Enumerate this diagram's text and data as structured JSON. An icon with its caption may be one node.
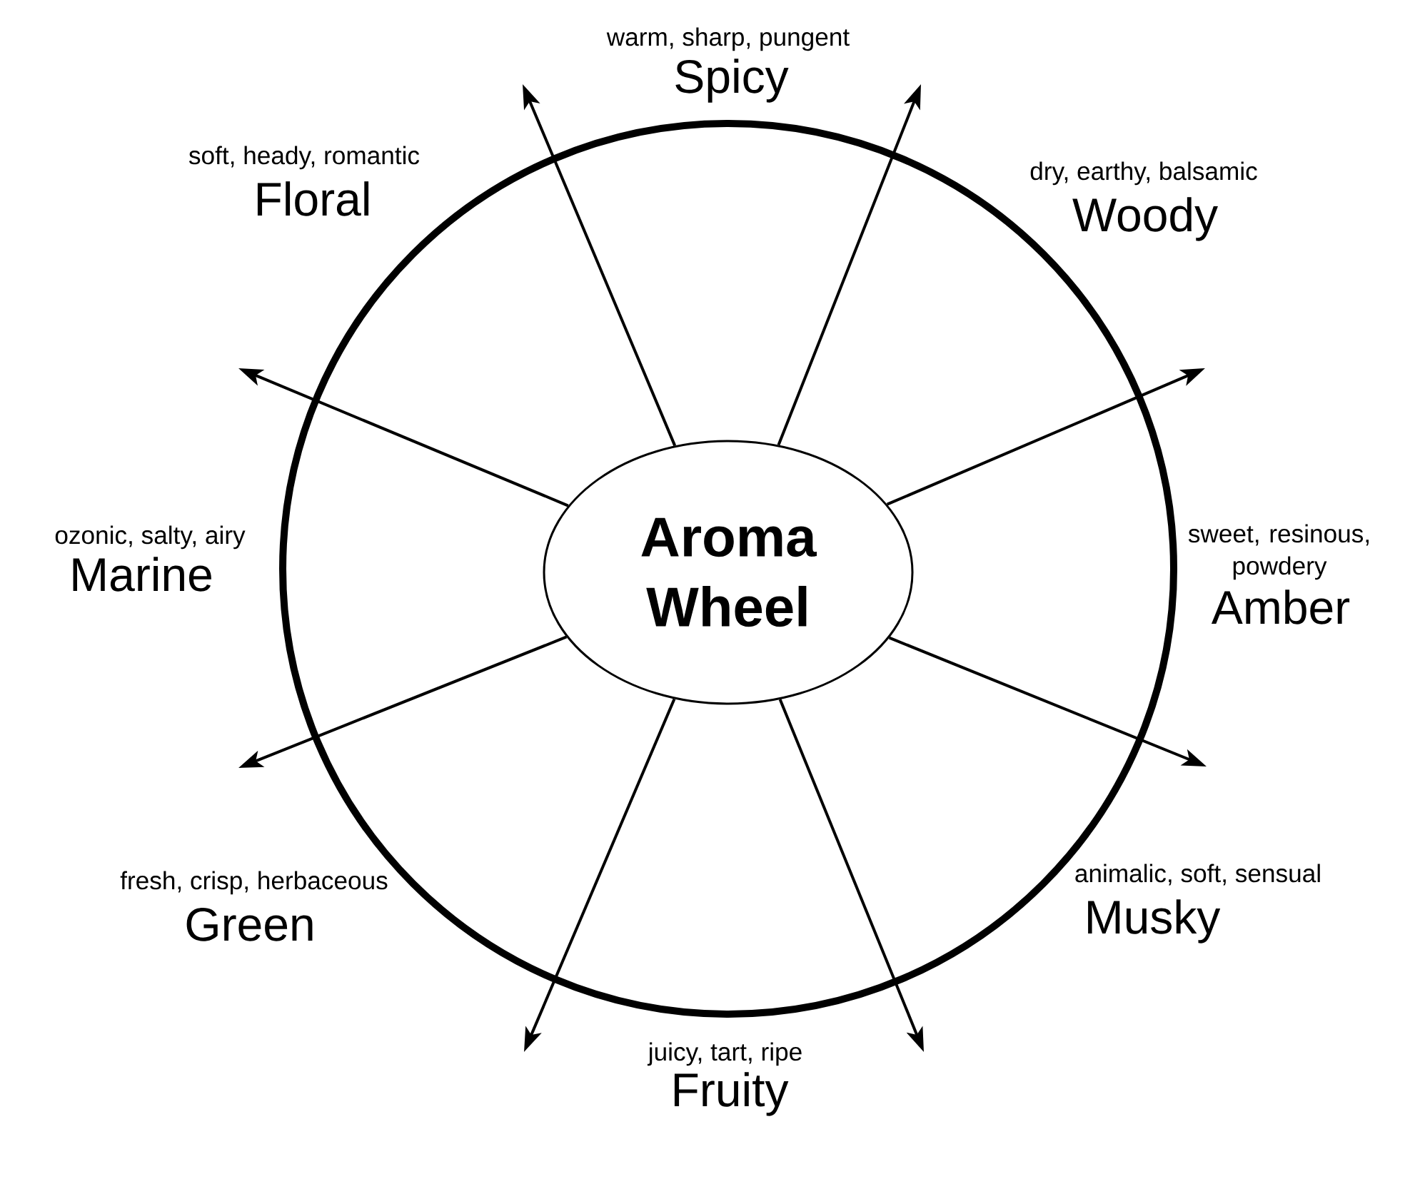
{
  "diagram": {
    "nodes": [
      {
        "text": [],
        "shape": "circle"
      },
      {
        "text": [
          "Aroma Wheel"
        ],
        "in": 0
      }
    ],
    "edges": [
      {
        "from": 1,
        "to": null,
        "arrow": "to"
      },
      {
        "from": 1,
        "to": null,
        "arrow": "to"
      },
      {
        "from": 1,
        "to": null,
        "arrow": "to"
      },
      {
        "from": 1,
        "to": null,
        "arrow": "to"
      },
      {
        "from": 1,
        "to": null,
        "arrow": "to"
      },
      {
        "from": 1,
        "to": null,
        "arrow": "to"
      },
      {
        "from": 1,
        "to": null,
        "arrow": "to"
      },
      {
        "from": 1,
        "to": null,
        "arrow": "to"
      }
    ],
    "labels": [
      "warm, sharp, pungent",
      "Spicy",
      "soft, heady, romantic",
      "Floral",
      "dry, earthy, balsamic",
      "Woody",
      "ozonic, salty, airy",
      "Marine",
      "sweet, resinous, powdery",
      "Amber",
      "fresh, crisp, herbaceous",
      "Green",
      "animalic, soft, sensual",
      "Musky",
      "juicy, tart, ripe",
      "Fruity"
    ]
  }
}
